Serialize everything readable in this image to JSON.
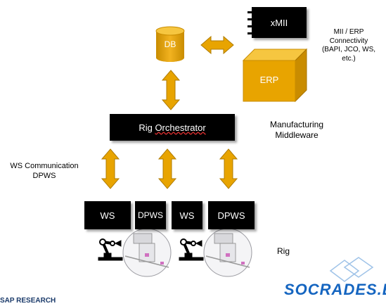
{
  "nodes": {
    "xmii": "xMII",
    "db": "DB",
    "erp": "ERP",
    "orchestrator_prefix": "Rig ",
    "orchestrator_underlined": "Orchestrator",
    "devices": [
      "WS",
      "DPWS",
      "WS",
      "DPWS"
    ]
  },
  "labels": {
    "mii_erp_lines": [
      "MII / ERP",
      "Connectivity",
      "(BAPI, JCO, WS,",
      "etc.)"
    ],
    "middleware_lines": [
      "Manufacturing",
      "Middleware"
    ],
    "ws_comm_lines": [
      "WS Communication",
      "DPWS"
    ],
    "rig": "Rig"
  },
  "footer": {
    "left_logo": "SAP RESEARCH",
    "right_logo": "SOCRADES.EU"
  },
  "colors": {
    "orange": "#E8A400",
    "black": "#000000",
    "logo_blue": "#1565C0"
  }
}
